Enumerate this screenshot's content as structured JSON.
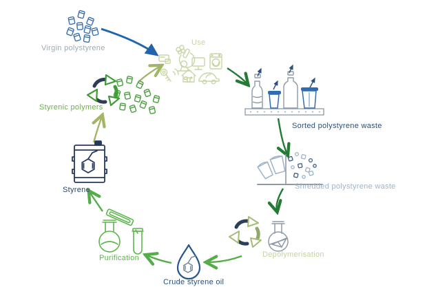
{
  "diagram": {
    "type": "cycle",
    "nodes": {
      "virgin_polystyrene": {
        "label": "Virgin polystyrene",
        "text_color": "#9fabb0",
        "icon": "polystyrene-granules-icon"
      },
      "use": {
        "label": "Use",
        "text_color": "#c8d6a3",
        "icons": [
          "card-icon",
          "flower-icon",
          "microscope-icon",
          "tv-icon",
          "washing-machine-icon",
          "key-fob-icon",
          "house-icon",
          "car-icon"
        ]
      },
      "sorted_waste": {
        "label": "Sorted polystyrene waste",
        "text_color": "#27507e",
        "icon": "conveyor-bottles-cups-icon"
      },
      "shredded_waste": {
        "label": "Shredded polystyrene waste",
        "text_color": "#9db3c7",
        "icon": "tipped-cups-flakes-icon"
      },
      "depolymerisation": {
        "label": "Depolymerisation",
        "text_color": "#c2d49c",
        "icons": [
          "recycle-arrows-icon",
          "round-flask-icon"
        ]
      },
      "crude_styrene_oil": {
        "label": "Crude styrene oil",
        "text_color": "#27507e",
        "icon": "oil-droplet-molecule-icon"
      },
      "purification": {
        "label": "Purification",
        "text_color": "#5cb64a",
        "icon": "distillation-flask-icon"
      },
      "styrene": {
        "label": "Styrene",
        "text_color": "#2c4268",
        "icon": "barrel-molecule-icon"
      },
      "styrenic_polymers": {
        "label": "Styrenic polymers",
        "text_color": "#6db04b",
        "icons": [
          "recycle-arrows-icon",
          "polymer-pellets-icon"
        ]
      }
    },
    "flows": [
      {
        "from": "Virgin polystyrene",
        "to": "Use",
        "color": "#2263ae"
      },
      {
        "from": "Use",
        "to": "Sorted polystyrene waste",
        "color": "#237b36"
      },
      {
        "from": "Sorted polystyrene waste",
        "to": "Shredded polystyrene waste",
        "color": "#237b36"
      },
      {
        "from": "Shredded polystyrene waste",
        "to": "Depolymerisation",
        "color": "#237b36"
      },
      {
        "from": "Depolymerisation",
        "to": "Crude styrene oil",
        "color": "#55ad4a"
      },
      {
        "from": "Crude styrene oil",
        "to": "Purification",
        "color": "#55ad4a"
      },
      {
        "from": "Purification",
        "to": "Styrene",
        "color": "#55ad4a"
      },
      {
        "from": "Styrene",
        "to": "Styrenic polymers",
        "color": "#a3b568"
      },
      {
        "from": "Styrenic polymers",
        "to": "Use",
        "color": "#a3b568"
      }
    ],
    "palette": {
      "background": "#ffffff",
      "navy_text": "#27507e",
      "dark_green_arrow": "#237b36",
      "mid_green_arrow": "#55ad4a",
      "sage_green": "#c8d6a3",
      "olive_arrow": "#a3b568",
      "light_blue": "#9db3c7",
      "cup_blue": "#2f6cb3",
      "outline_gray": "#8d9aa5",
      "barrel_navy": "#25395e",
      "droplet_navy": "#24558f",
      "virgin_cube_blue": "#3a6fb0",
      "pellet_green": "#4a9e3f"
    }
  }
}
